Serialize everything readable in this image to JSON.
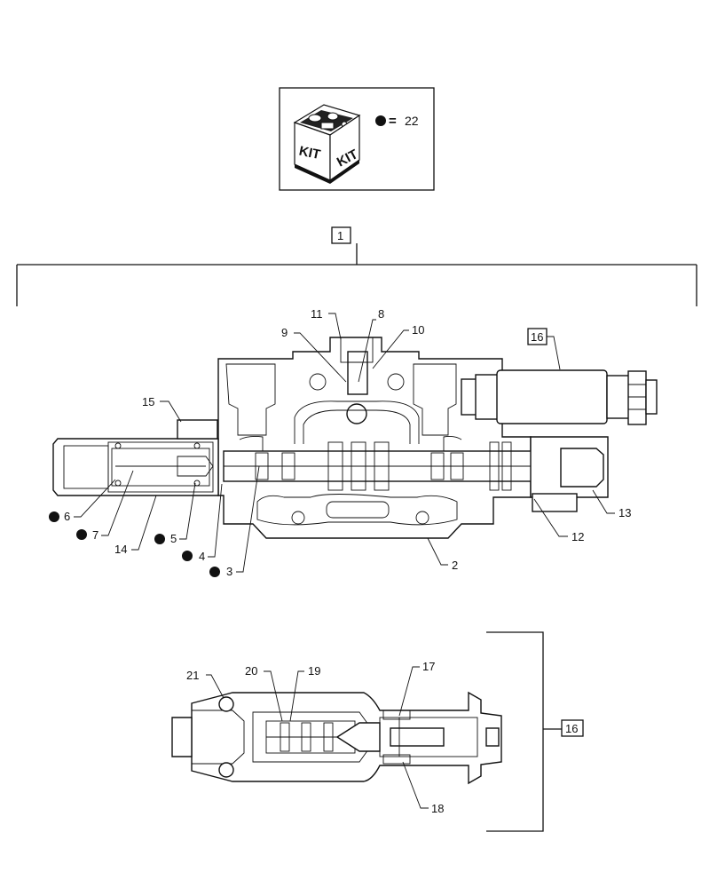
{
  "kit": {
    "kit_text": "KIT",
    "legend_symbol": "●",
    "legend_equals": "=",
    "legend_ref": "22"
  },
  "main_assembly": {
    "ref": "1",
    "callouts": [
      "2",
      "3",
      "4",
      "5",
      "6",
      "7",
      "8",
      "9",
      "10",
      "11",
      "12",
      "13",
      "14",
      "15"
    ],
    "kit_marked": [
      "3",
      "4",
      "5",
      "6",
      "7"
    ],
    "solenoid_ref": "16"
  },
  "detail": {
    "ref": "16",
    "callouts": [
      "17",
      "18",
      "19",
      "20",
      "21"
    ]
  }
}
